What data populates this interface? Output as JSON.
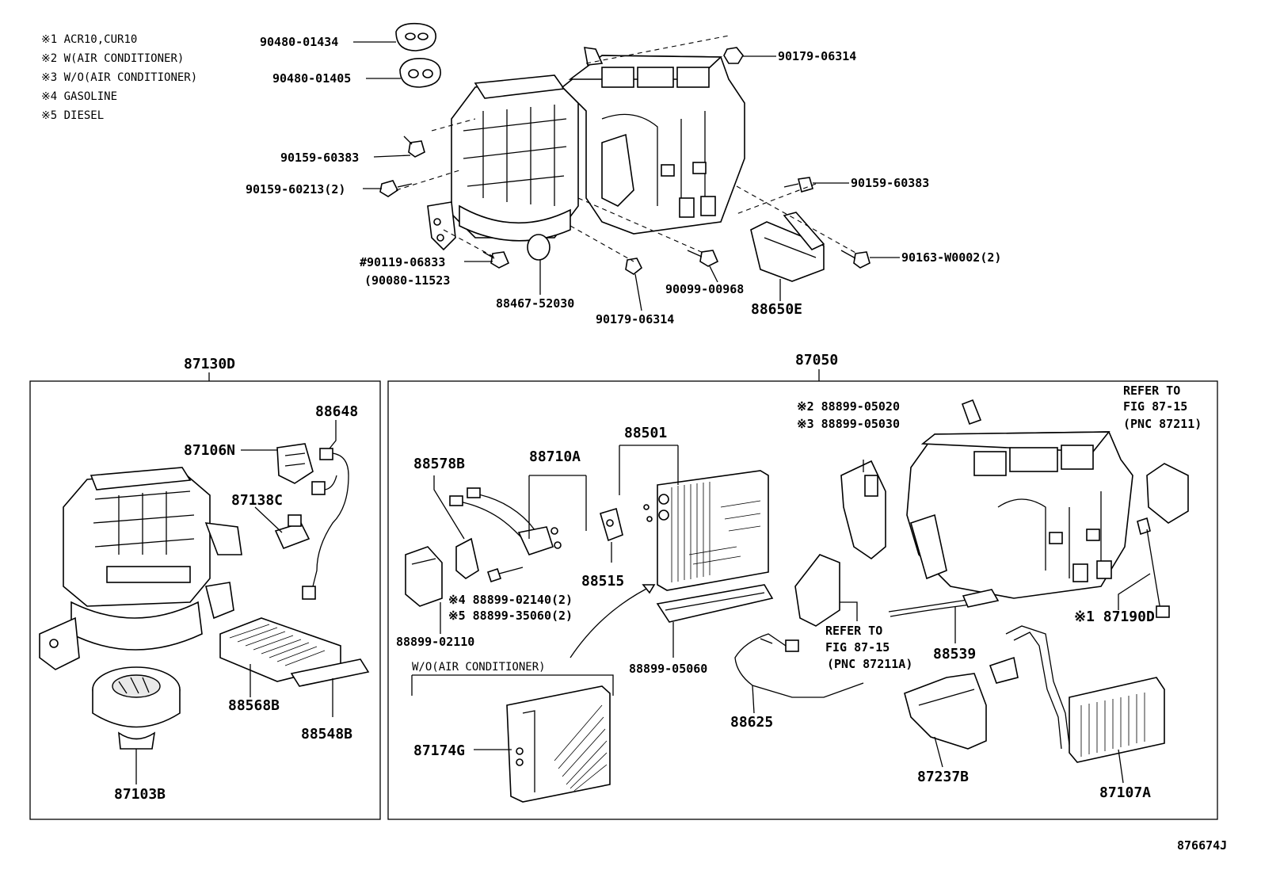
{
  "notes": [
    "※1 ACR10,CUR10",
    "※2 W(AIR CONDITIONER)",
    "※3 W/O(AIR CONDITIONER)",
    "※4 GASOLINE",
    "※5 DIESEL"
  ],
  "top_labels": {
    "p90480_01434": "90480-01434",
    "p90480_01405": "90480-01405",
    "p90179_06314_a": "90179-06314",
    "p90159_60383_a": "90159-60383",
    "p90159_60213": "90159-60213(2)",
    "p90159_60383_b": "90159-60383",
    "p90119_06833": "#90119-06833",
    "p90080_11523": "(90080-11523",
    "p88467_52030": "88467-52030",
    "p90179_06314_b": "90179-06314",
    "p90099_00968": "90099-00968",
    "p88650E": "88650E",
    "p90163_W0002": "90163-W0002(2)"
  },
  "left_box": {
    "title": "87130D",
    "labels": {
      "p88648": "88648",
      "p87106N": "87106N",
      "p87138C": "87138C",
      "p88568B": "88568B",
      "p88548B": "88548B",
      "p87103B": "87103B"
    }
  },
  "right_box": {
    "title": "87050",
    "labels": {
      "p88578B": "88578B",
      "p88710A": "88710A",
      "p88501": "88501",
      "p88515": "88515",
      "p88899_02140": "※4 88899-02140(2)",
      "p88899_35060": "※5 88899-35060(2)",
      "p88899_02110": "88899-02110",
      "p88899_05060": "88899-05060",
      "wo_ac": "W/O(AIR CONDITIONER)",
      "p87174G": "87174G",
      "p88899_05020": "※2 88899-05020",
      "p88899_05030": "※3 88899-05030",
      "refer1_a": "REFER TO",
      "refer1_b": "FIG 87-15",
      "refer1_c": "(PNC 87211)",
      "refer2_a": "REFER TO",
      "refer2_b": "FIG 87-15",
      "refer2_c": "(PNC 87211A)",
      "p88625": "88625",
      "p88539": "88539",
      "p87190D": "※1 87190D",
      "p87237B": "87237B",
      "p87107A": "87107A"
    }
  },
  "figure_id": "876674J"
}
